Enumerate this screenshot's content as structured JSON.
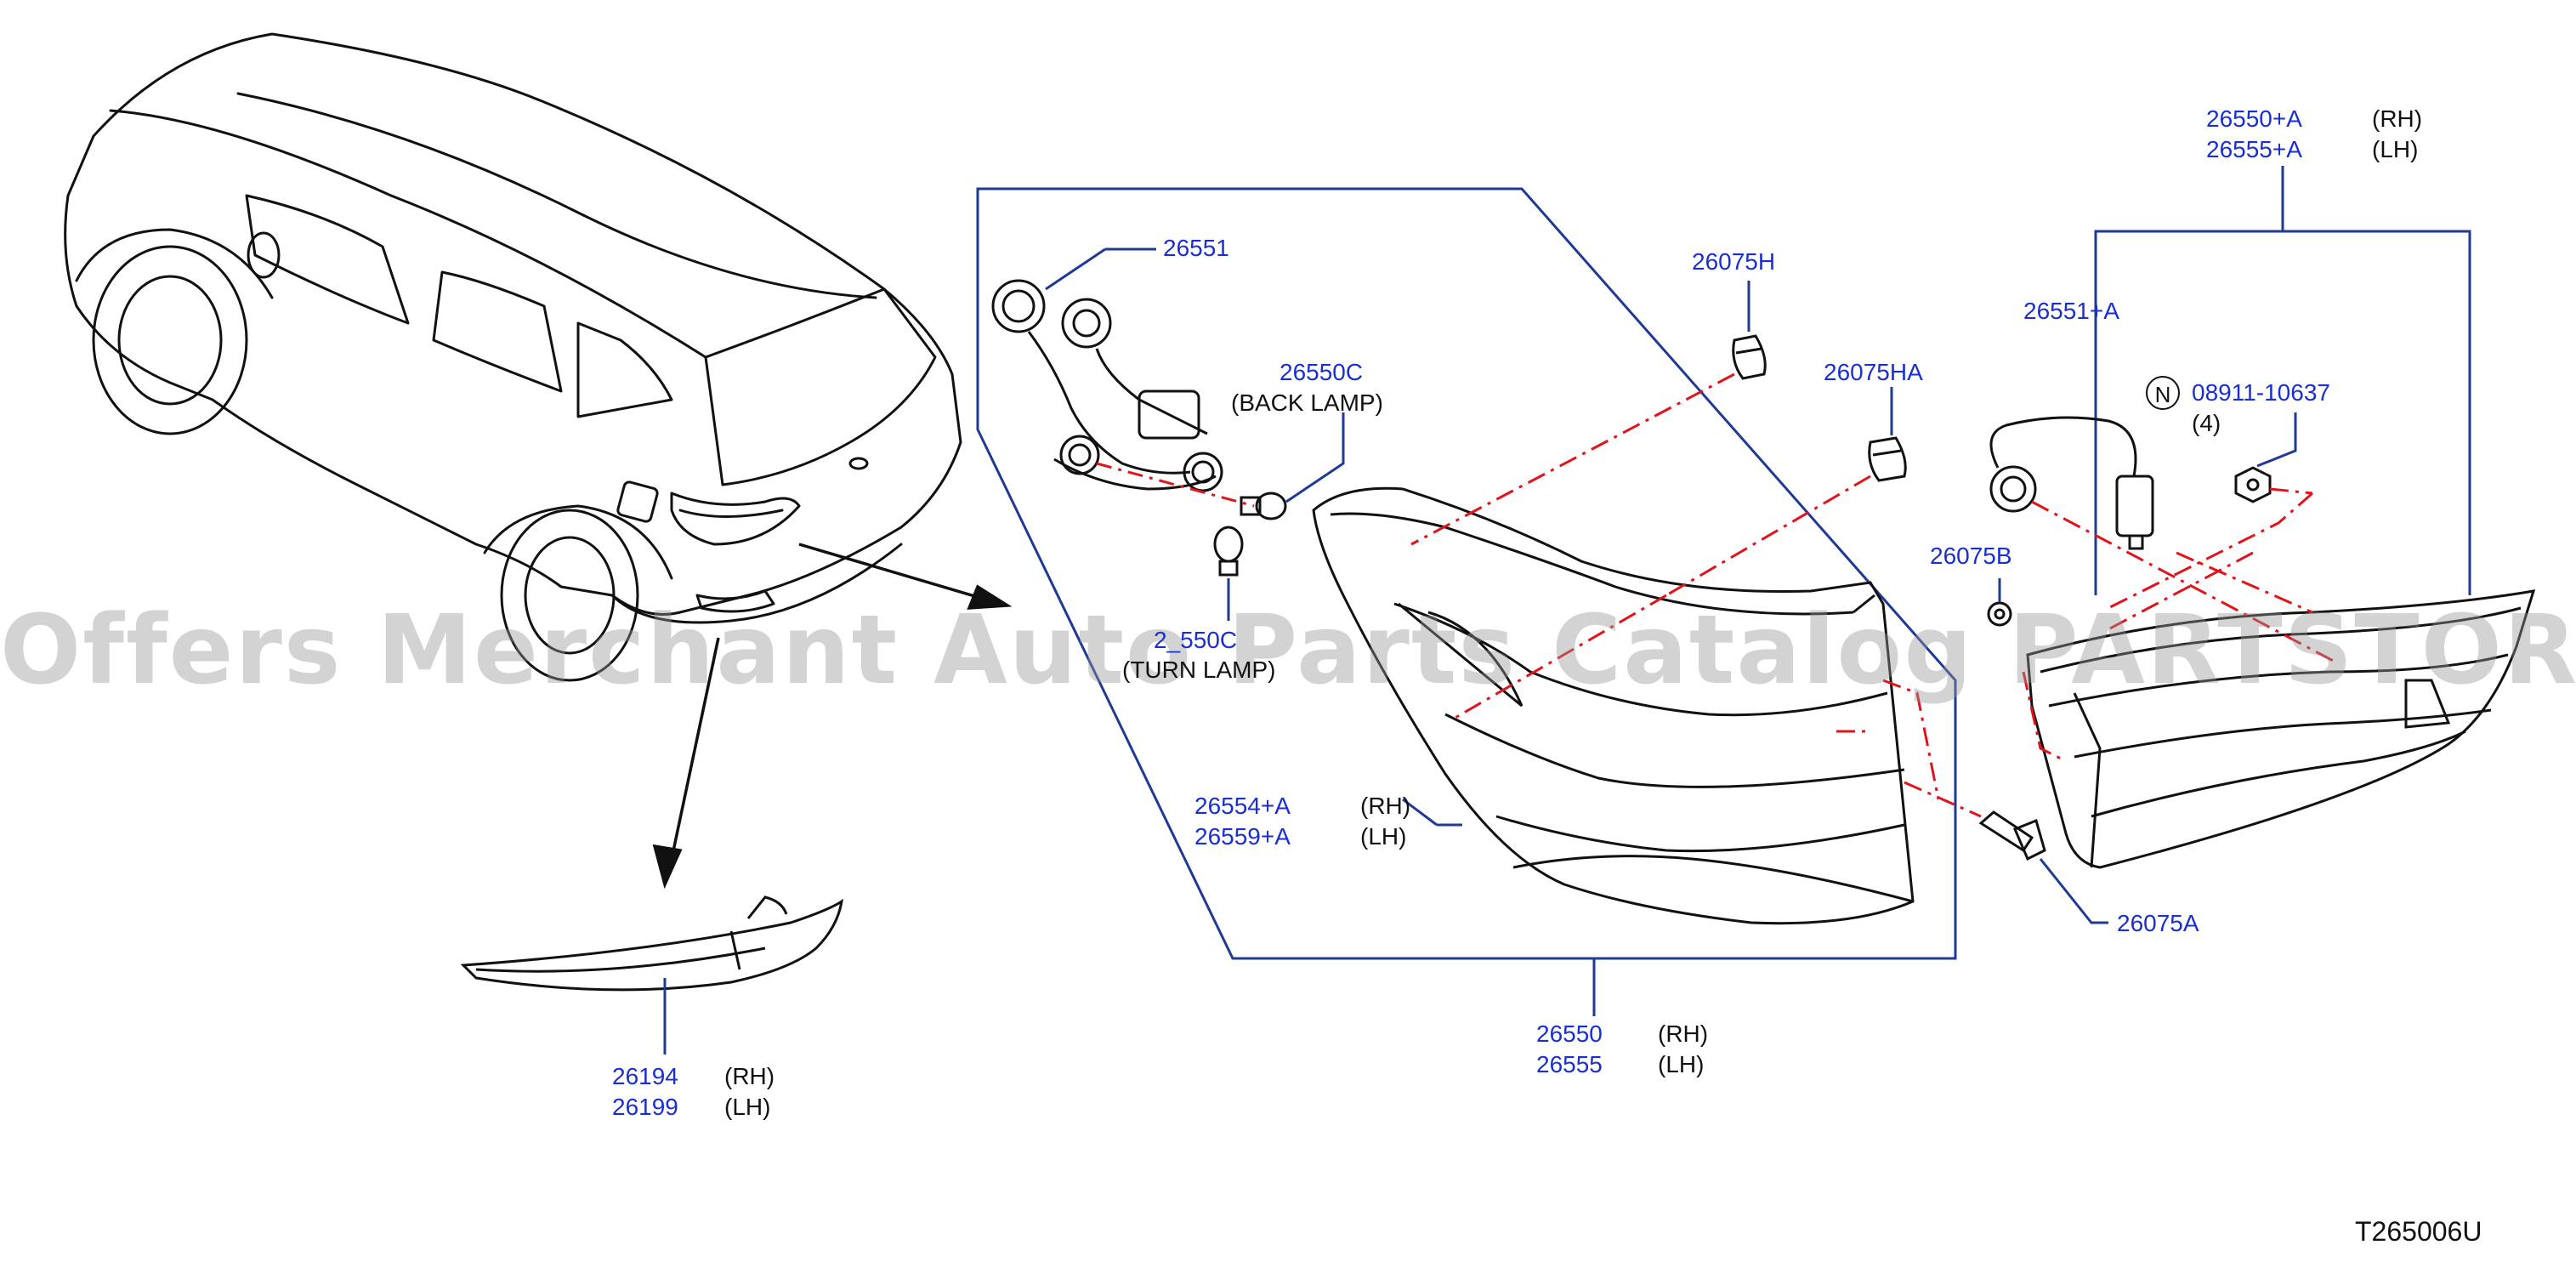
{
  "diagram_code": "T265006U",
  "watermark": "Offers Merchant Auto Parts Catalog PARTSTORE.SA",
  "callouts": {
    "p26551": "26551",
    "p26550C": "26550C",
    "back_lamp": "(BACK    LAMP)",
    "p26550B_partial": "2_550C",
    "turn_lamp": "(TURN LAMP)",
    "p26554A": "26554+A",
    "p26559A": "26559+A",
    "p26550": "26550",
    "p26555": "26555",
    "p26194": "26194",
    "p26199": "26199",
    "p26075H": "26075H",
    "p26075HA": "26075HA",
    "p26075B": "26075B",
    "p26075A": "26075A",
    "p26550A": "26550+A",
    "p26555A": "26555+A",
    "p26551A": "26551+A",
    "p08911": "08911-10637",
    "qty4": "(4)",
    "n_mark": "N",
    "rh": "(RH)",
    "lh": "(LH)"
  },
  "colors": {
    "callout_text": "#1a2fd0",
    "leader_line": "#1f3a93",
    "dash_line": "#e0141b",
    "outline": "#111111"
  }
}
